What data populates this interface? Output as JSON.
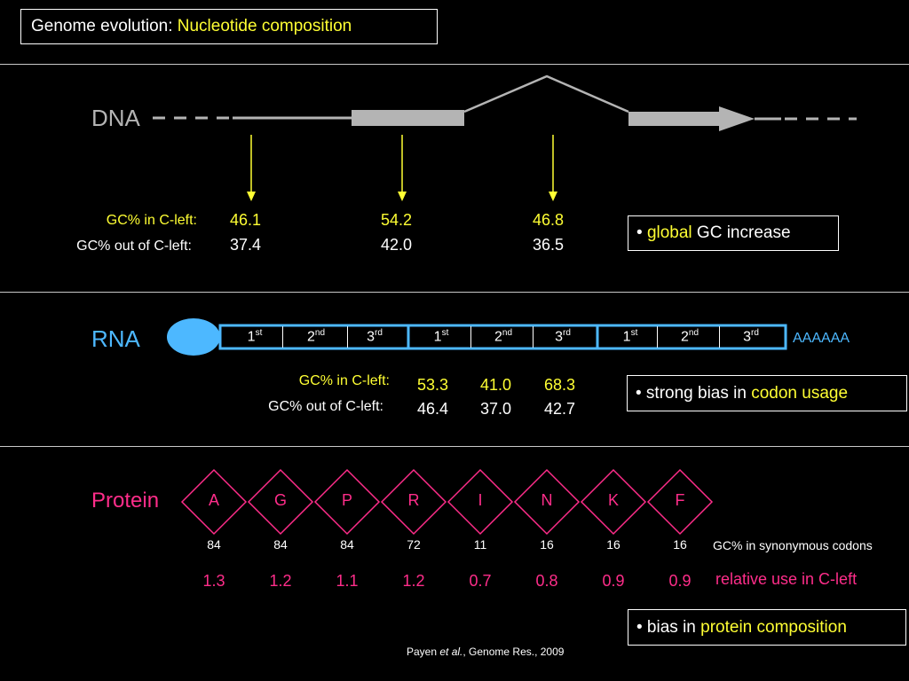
{
  "title": {
    "prefix": "Genome evolution: ",
    "highlight": "Nucleotide composition"
  },
  "dna": {
    "label": "DNA",
    "row_in_label": "GC% in C-left:",
    "row_out_label": "GC% out of C-left:",
    "values": [
      {
        "in": "46.1",
        "out": "37.4"
      },
      {
        "in": "54.2",
        "out": "42.0"
      },
      {
        "in": "46.8",
        "out": "36.5"
      }
    ],
    "note": {
      "bullet": "• ",
      "highlight": "global",
      "rest": " GC increase"
    }
  },
  "rna": {
    "label": "RNA",
    "codons": [
      {
        "n": "1",
        "suffix": "st"
      },
      {
        "n": "2",
        "suffix": "nd"
      },
      {
        "n": "3",
        "suffix": "rd"
      },
      {
        "n": "1",
        "suffix": "st"
      },
      {
        "n": "2",
        "suffix": "nd"
      },
      {
        "n": "3",
        "suffix": "rd"
      },
      {
        "n": "1",
        "suffix": "st"
      },
      {
        "n": "2",
        "suffix": "nd"
      },
      {
        "n": "3",
        "suffix": "rd"
      }
    ],
    "polya": "AAAAAA",
    "row_in_label": "GC% in C-left:",
    "row_out_label": "GC% out of C-left:",
    "values": [
      {
        "in": "53.3",
        "out": "46.4"
      },
      {
        "in": "41.0",
        "out": "37.0"
      },
      {
        "in": "68.3",
        "out": "42.7"
      }
    ],
    "note": {
      "bullet": "• strong bias in ",
      "highlight": "codon usage"
    }
  },
  "protein": {
    "label": "Protein",
    "amino_acids": [
      {
        "aa": "A",
        "gc": "84",
        "rel": "1.3"
      },
      {
        "aa": "G",
        "gc": "84",
        "rel": "1.2"
      },
      {
        "aa": "P",
        "gc": "84",
        "rel": "1.1"
      },
      {
        "aa": "R",
        "gc": "72",
        "rel": "1.2"
      },
      {
        "aa": "I",
        "gc": "11",
        "rel": "0.7"
      },
      {
        "aa": "N",
        "gc": "16",
        "rel": "0.8"
      },
      {
        "aa": "K",
        "gc": "16",
        "rel": "0.9"
      },
      {
        "aa": "F",
        "gc": "16",
        "rel": "0.9"
      }
    ],
    "gc_caption": "GC% in synonymous codons",
    "rel_caption": "relative use in C-left",
    "note": {
      "bullet": "• bias in ",
      "highlight": "protein composition"
    }
  },
  "citation": {
    "author": "Payen ",
    "etal": "et al.",
    "rest": ", Genome Res., 2009"
  },
  "colors": {
    "yellow": "#ffff33",
    "cyan": "#4db8ff",
    "pink": "#ff2d8a",
    "grey": "#b4b4b4"
  }
}
